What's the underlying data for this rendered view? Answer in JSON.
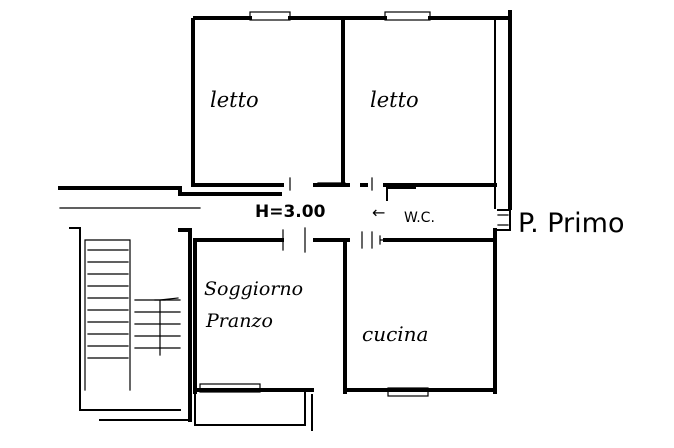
{
  "rooms": {
    "letto_left": "letto",
    "letto_right": "letto",
    "soggiorno_line1": "Soggiorno",
    "soggiorno_line2": "Pranzo",
    "cucina": "cucina",
    "wc": "W.C."
  },
  "ceiling_height": "H=3.00",
  "floor_label": "P. Primo",
  "colors": {
    "ink": "#000000",
    "paper": "#ffffff"
  }
}
